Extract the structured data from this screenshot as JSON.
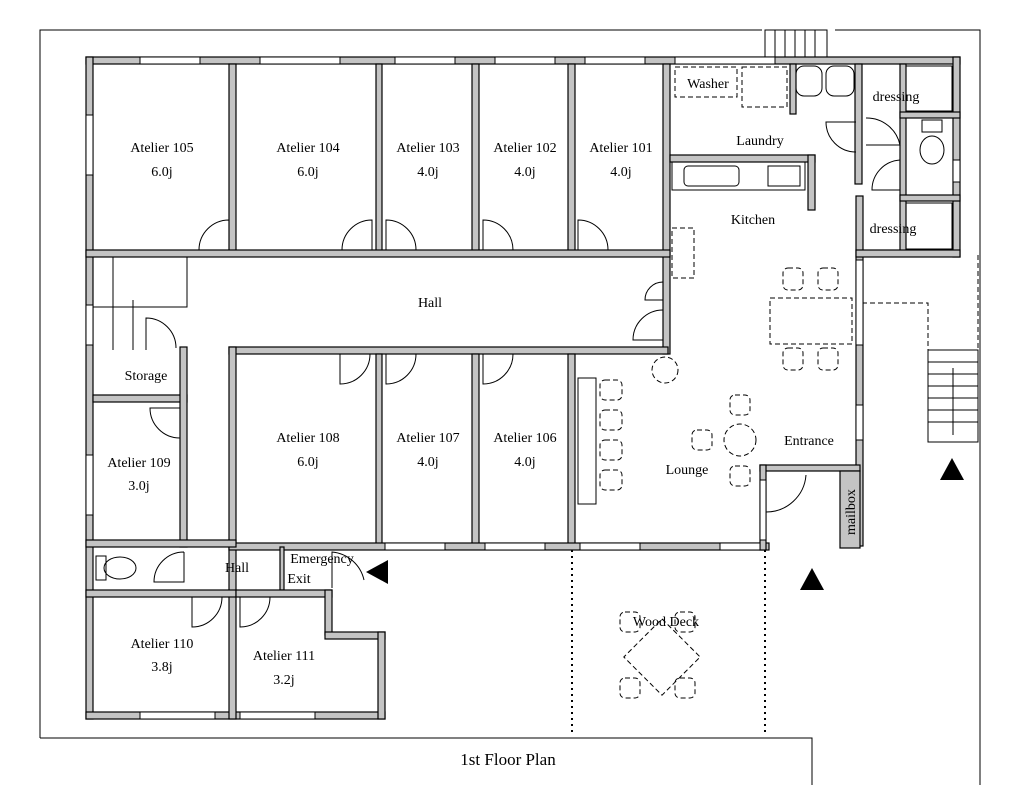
{
  "title": "1st Floor Plan",
  "rooms": {
    "a105": {
      "name": "Atelier 105",
      "size": "6.0j"
    },
    "a104": {
      "name": "Atelier 104",
      "size": "6.0j"
    },
    "a103": {
      "name": "Atelier 103",
      "size": "4.0j"
    },
    "a102": {
      "name": "Atelier 102",
      "size": "4.0j"
    },
    "a101": {
      "name": "Atelier 101",
      "size": "4.0j"
    },
    "a108": {
      "name": "Atelier 108",
      "size": "6.0j"
    },
    "a107": {
      "name": "Atelier 107",
      "size": "4.0j"
    },
    "a106": {
      "name": "Atelier 106",
      "size": "4.0j"
    },
    "a109": {
      "name": "Atelier 109",
      "size": "3.0j"
    },
    "a110": {
      "name": "Atelier 110",
      "size": "3.8j"
    },
    "a111": {
      "name": "Atelier 111",
      "size": "3.2j"
    }
  },
  "labels": {
    "hall": "Hall",
    "hall_lower": "Hall",
    "storage": "Storage",
    "washer": "Washer",
    "laundry": "Laundry",
    "kitchen": "Kitchen",
    "dressing_top": "dressing",
    "dressing_bottom": "dressing",
    "lounge": "Lounge",
    "entrance": "Entrance",
    "mailbox": "mailbox",
    "emergency_line1": "Emergency",
    "emergency_line2": "Exit",
    "wood_deck": "Wood Deck"
  },
  "colors": {
    "wall": "#c4c4c4",
    "line": "#000000"
  }
}
